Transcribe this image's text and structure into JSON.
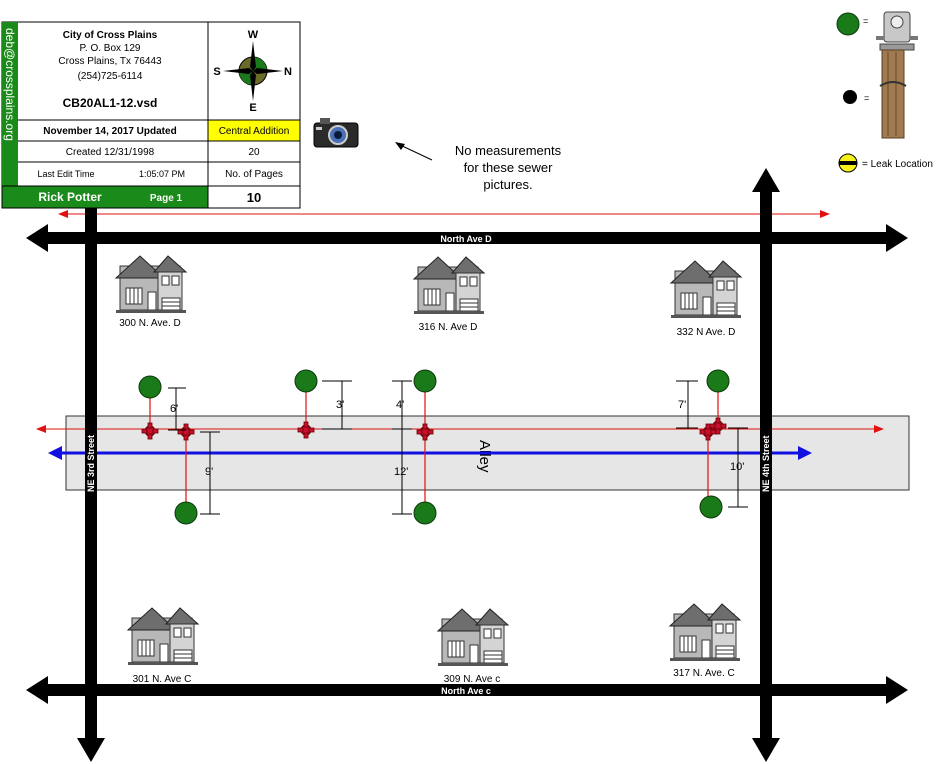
{
  "title_block": {
    "org_name": "City of Cross Plains",
    "po_box": "P. O. Box 129",
    "city_state_zip": "Cross Plains, Tx  76443",
    "phone": "(254)725-6114",
    "file_name": "CB20AL1-12.vsd",
    "updated": "November 14, 2017 Updated",
    "addition": "Central Addition",
    "created": "Created 12/31/1998",
    "created_value": "20",
    "last_edit_label": "Last Edit Time",
    "last_edit_value": "1:05:07 PM",
    "pages_label": "No. of Pages",
    "author": "Rick Potter",
    "page": "Page 1",
    "pages_value": "10",
    "email": "deb@crossplains.org"
  },
  "compass": {
    "north": "N",
    "south": "S",
    "east": "E",
    "west": "W"
  },
  "note": {
    "line1": "No measurements",
    "line2": "for these sewer",
    "line3": "pictures."
  },
  "legend": {
    "leak_label": "= Leak Location",
    "equals": "="
  },
  "streets": {
    "north_ave_d": "North Ave D",
    "north_ave_c": "North Ave  c",
    "ne_3rd": "NE 3rd Street",
    "ne_4th": "NE 4th Street",
    "alley": "Alley"
  },
  "houses": [
    {
      "address": "300 N. Ave. D"
    },
    {
      "address": "316 N. Ave D"
    },
    {
      "address": "332 N Ave. D"
    },
    {
      "address": "301 N. Ave C"
    },
    {
      "address": "309 N. Ave c"
    },
    {
      "address": "317 N. Ave. C"
    }
  ],
  "measurements": [
    {
      "label": "6'"
    },
    {
      "label": "3'"
    },
    {
      "label": "4'"
    },
    {
      "label": "7'"
    },
    {
      "label": "9'"
    },
    {
      "label": "12'"
    },
    {
      "label": "10'"
    }
  ],
  "colors": {
    "meter_green": "#1a7a1a",
    "leak_yellow": "#f5ef1c",
    "line_red": "#e01010",
    "main_blue": "#1010e0",
    "alley_gray": "#e6e6e6",
    "title_green": "#1a8a1a",
    "highlight_yellow": "#ffff00"
  }
}
